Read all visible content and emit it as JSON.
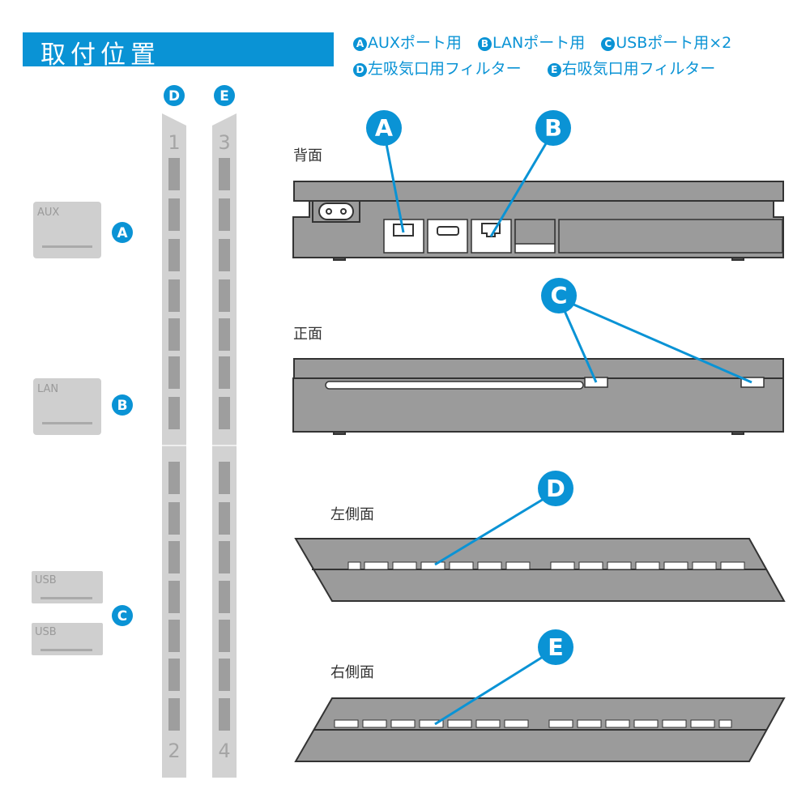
{
  "title": "取付位置",
  "legend": [
    {
      "letter": "A",
      "text": "AUXポート用"
    },
    {
      "letter": "B",
      "text": "LANポート用"
    },
    {
      "letter": "C",
      "text": "USBポート用×2"
    },
    {
      "letter": "D",
      "text": "左吸気口用フィルター"
    },
    {
      "letter": "E",
      "text": "右吸気口用フィルター"
    }
  ],
  "parts": {
    "aux": "AUX",
    "lan": "LAN",
    "usb1": "USB",
    "usb2": "USB"
  },
  "strips": {
    "d_top": "1",
    "d_bottom": "2",
    "e_top": "3",
    "e_bottom": "4"
  },
  "views": {
    "rear": "背面",
    "front": "正面",
    "left": "左側面",
    "right": "右側面"
  },
  "colors": {
    "accent": "#0a93d5",
    "console": "#9b9b9b",
    "outline": "#333333"
  }
}
